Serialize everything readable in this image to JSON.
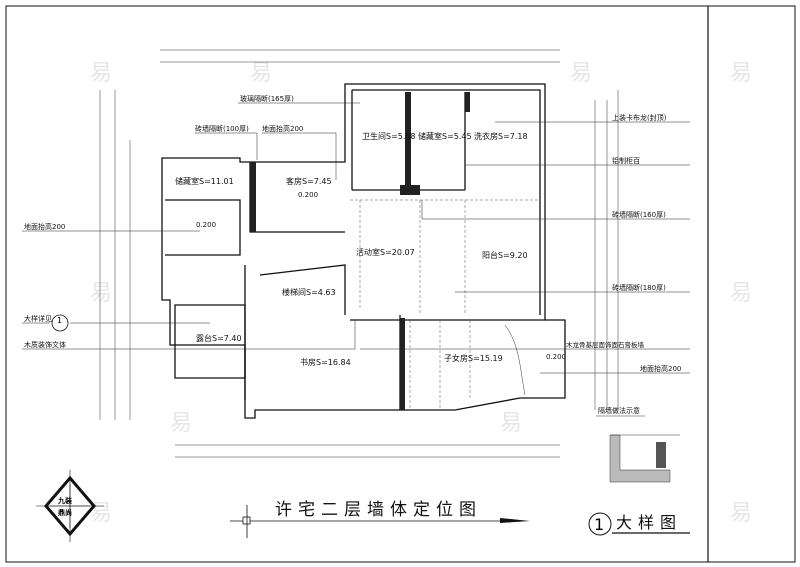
{
  "drawing": {
    "title": "许宅二层墙体定位图",
    "detail_title": "大样图",
    "detail_number": "1",
    "logo_text": "九装鼎尚",
    "watermark": "易"
  },
  "rooms": [
    {
      "name": "卫生间S=5.68"
    },
    {
      "name": "储藏室S=5.45"
    },
    {
      "name": "洗衣房S=7.18"
    },
    {
      "name": "储藏室S=11.01"
    },
    {
      "name": "客房S=7.45"
    },
    {
      "name": "活动室S=20.07"
    },
    {
      "name": "阳台S=9.20"
    },
    {
      "name": "楼梯间S=4.63"
    },
    {
      "name": "露台S=7.40"
    },
    {
      "name": "书房S=16.84"
    },
    {
      "name": "子女房S=15.19"
    }
  ],
  "levels": [
    "0.200",
    "0.200",
    "0.200"
  ],
  "annotations": {
    "glass_partition": "玻璃隔断(165厚)",
    "brick_partition_top": "砖墙隔断(100厚)",
    "floor_raise_top": "地面抬高200",
    "floor_raise_left": "地面抬高200",
    "detail_ref": "大样详见",
    "wood_decor": "木质装饰文体",
    "ceiling_right": "上装卡布龙(封顶)",
    "cabinet_right": "铝制柜百",
    "brick_partition_160": "砖墙隔断(160厚)",
    "brick_partition_180": "砖墙隔断(180厚)",
    "gypsum_wall": "木龙骨基层面饰面石膏板墙",
    "floor_raise_right": "地面抬高200",
    "detail_wall": "隔墙做法示意"
  },
  "detail_ref_number": "1"
}
